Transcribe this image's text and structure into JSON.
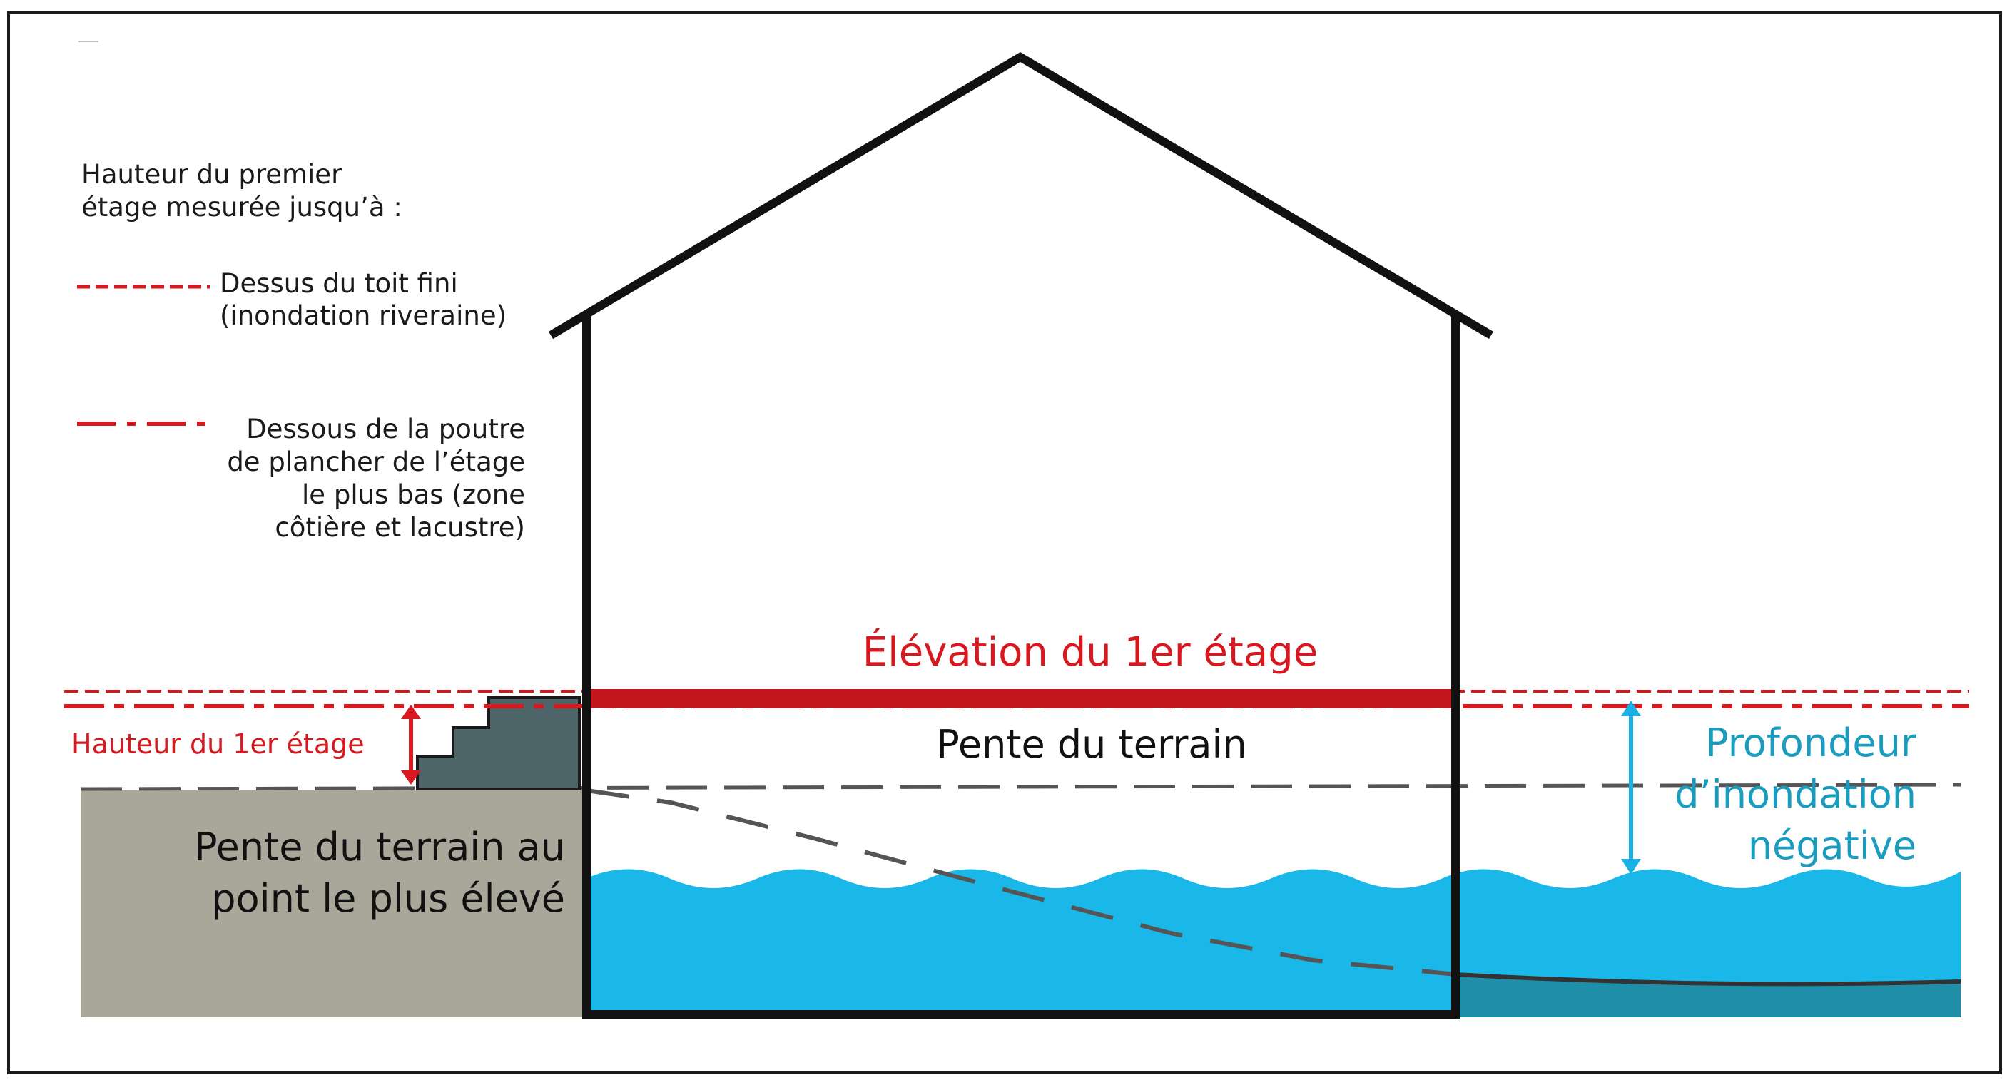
{
  "legend": {
    "title_line1": "Hauteur du premier",
    "title_line2": "étage mesurée jusqu’à :",
    "item1_line1": "Dessus du toit fini",
    "item1_line2": "(inondation riveraine)",
    "item2_line1": "Dessous de la poutre",
    "item2_line2": "de plancher de l’étage",
    "item2_line3": "le plus bas (zone",
    "item2_line4": "côtière et lacustre)"
  },
  "labels": {
    "elevation": "Élévation du 1er étage",
    "hauteur": "Hauteur du 1er étage",
    "pente_centre": "Pente du terrain",
    "pente_gauche_line1": "Pente du terrain au",
    "pente_gauche_line2": "point le plus élevé",
    "profondeur_line1": "Profondeur",
    "profondeur_line2": "d’inondation",
    "profondeur_line3": "négative"
  },
  "colors": {
    "red": "#d7191f",
    "blue": "#1bb1e6",
    "teal_text": "#1a9cbf",
    "water": "#1ab8e8",
    "water_dark": "#1f8ea8",
    "ground": "#a8a79a",
    "stairs": "#4d6468",
    "outline": "#111111",
    "grade_line": "#555555"
  }
}
